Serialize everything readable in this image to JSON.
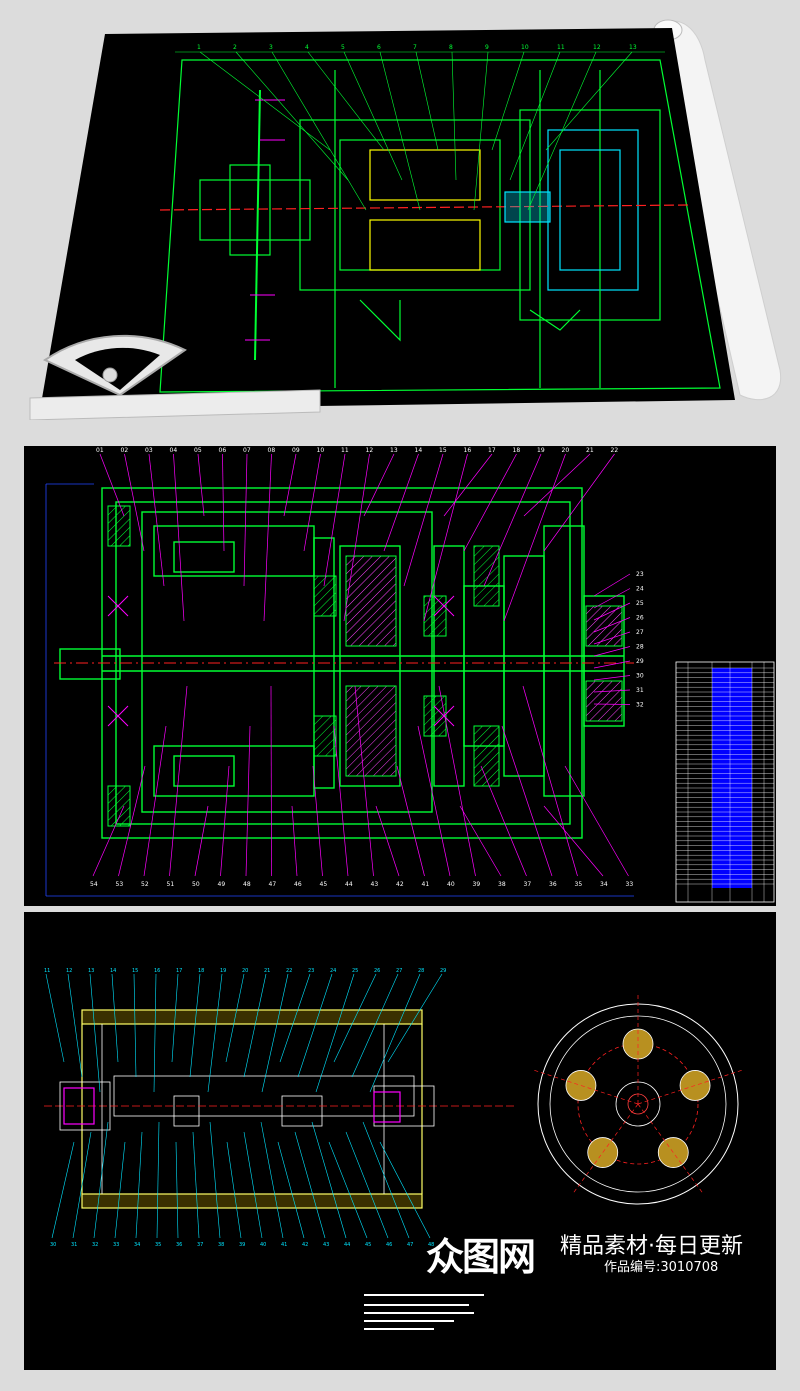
{
  "top_drawing": {
    "part_numbers": [
      "1",
      "2",
      "3",
      "4",
      "5",
      "6",
      "7",
      "8",
      "9",
      "10",
      "11",
      "12",
      "13"
    ]
  },
  "middle_drawing": {
    "top_labels": [
      "01",
      "02",
      "03",
      "04",
      "05",
      "06",
      "07",
      "08",
      "09",
      "10",
      "11",
      "12",
      "13",
      "14",
      "15",
      "16",
      "17",
      "18",
      "19",
      "20",
      "21",
      "22"
    ],
    "right_labels": [
      "23",
      "24",
      "25",
      "26",
      "27",
      "28",
      "29",
      "30",
      "31",
      "32"
    ],
    "bottom_labels": [
      "54",
      "53",
      "52",
      "51",
      "50",
      "49",
      "48",
      "47",
      "46",
      "45",
      "44",
      "43",
      "42",
      "41",
      "40",
      "39",
      "38",
      "37",
      "36",
      "35",
      "34",
      "33"
    ]
  },
  "bottom_drawing": {
    "top_labels": [
      "11",
      "12",
      "13",
      "14",
      "15",
      "16",
      "17",
      "18",
      "19",
      "20",
      "21",
      "22",
      "23",
      "24",
      "25",
      "26",
      "27",
      "28",
      "29"
    ],
    "bottom_labels": [
      "30",
      "31",
      "32",
      "33",
      "34",
      "35",
      "36",
      "37",
      "38",
      "39",
      "40",
      "41",
      "42",
      "43",
      "44",
      "45",
      "46",
      "47",
      "48"
    ]
  },
  "watermark": {
    "logo": "众图网",
    "title": "精品素材·每日更新",
    "work_id": "作品编号:3010708"
  },
  "colors": {
    "background": "#000000",
    "green": "#00ff33",
    "cyan": "#00e5ff",
    "magenta": "#ff00ff",
    "yellow": "#ffff00",
    "red": "#ff2020",
    "blue": "#0000ff"
  }
}
